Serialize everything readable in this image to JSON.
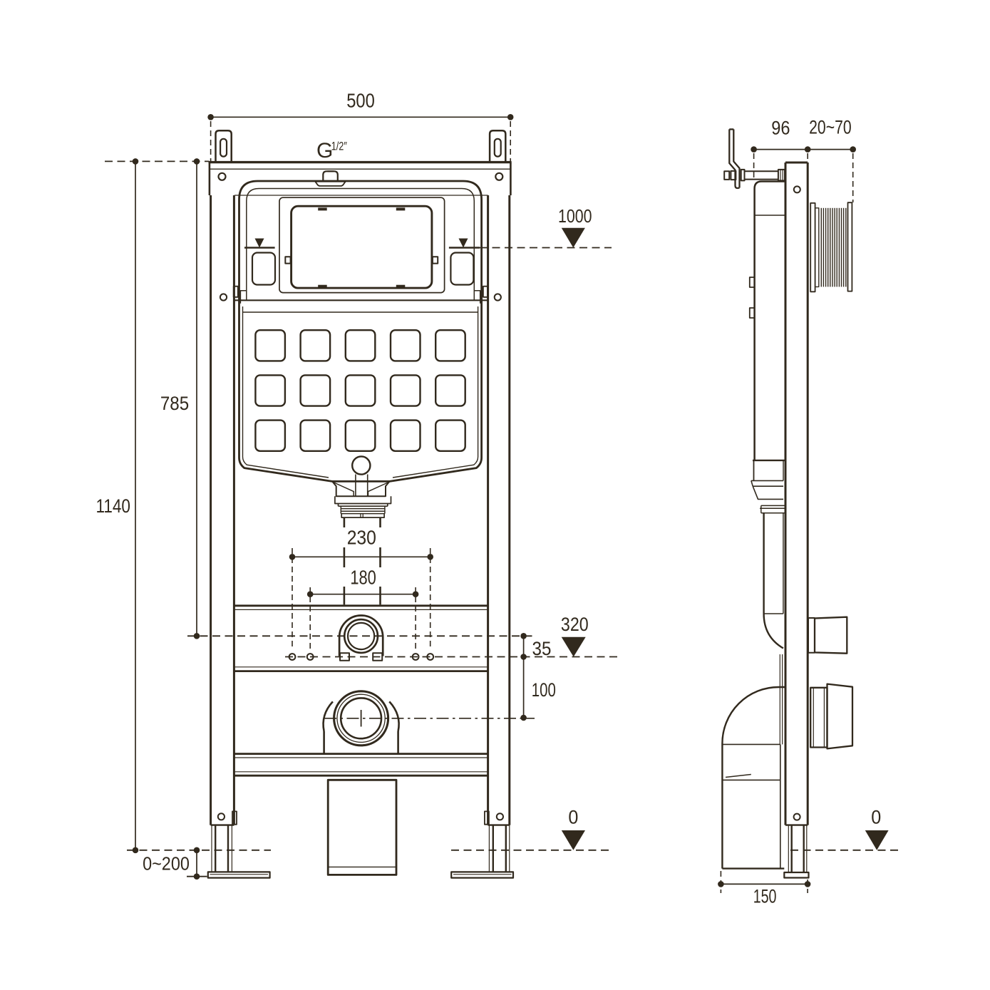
{
  "colors": {
    "ink": "#31291d",
    "background": "#ffffff"
  },
  "drawing": {
    "kind": "wc-concealed-cistern-frame-installation-drawing",
    "views": {
      "front": "front view",
      "side": "side view"
    },
    "labels": {
      "front": {
        "overall_width": "500",
        "supply_thread": "G",
        "supply_thread_size": "1/2″",
        "overall_height": "1140",
        "cistern_top_height": "785",
        "water_supply_level": "1000",
        "flush_pipe_spacing": "230",
        "fixing_bolt_spacing": "180",
        "outlet_level": "320",
        "flush_to_fixing_offset": "35",
        "fixing_to_drain_offset": "100",
        "floor_level": "0",
        "foot_adjustment_range": "0~200"
      },
      "side": {
        "frame_depth": "96",
        "wall_finish_range": "20~70",
        "base_depth": "150",
        "floor_level": "0"
      }
    }
  }
}
